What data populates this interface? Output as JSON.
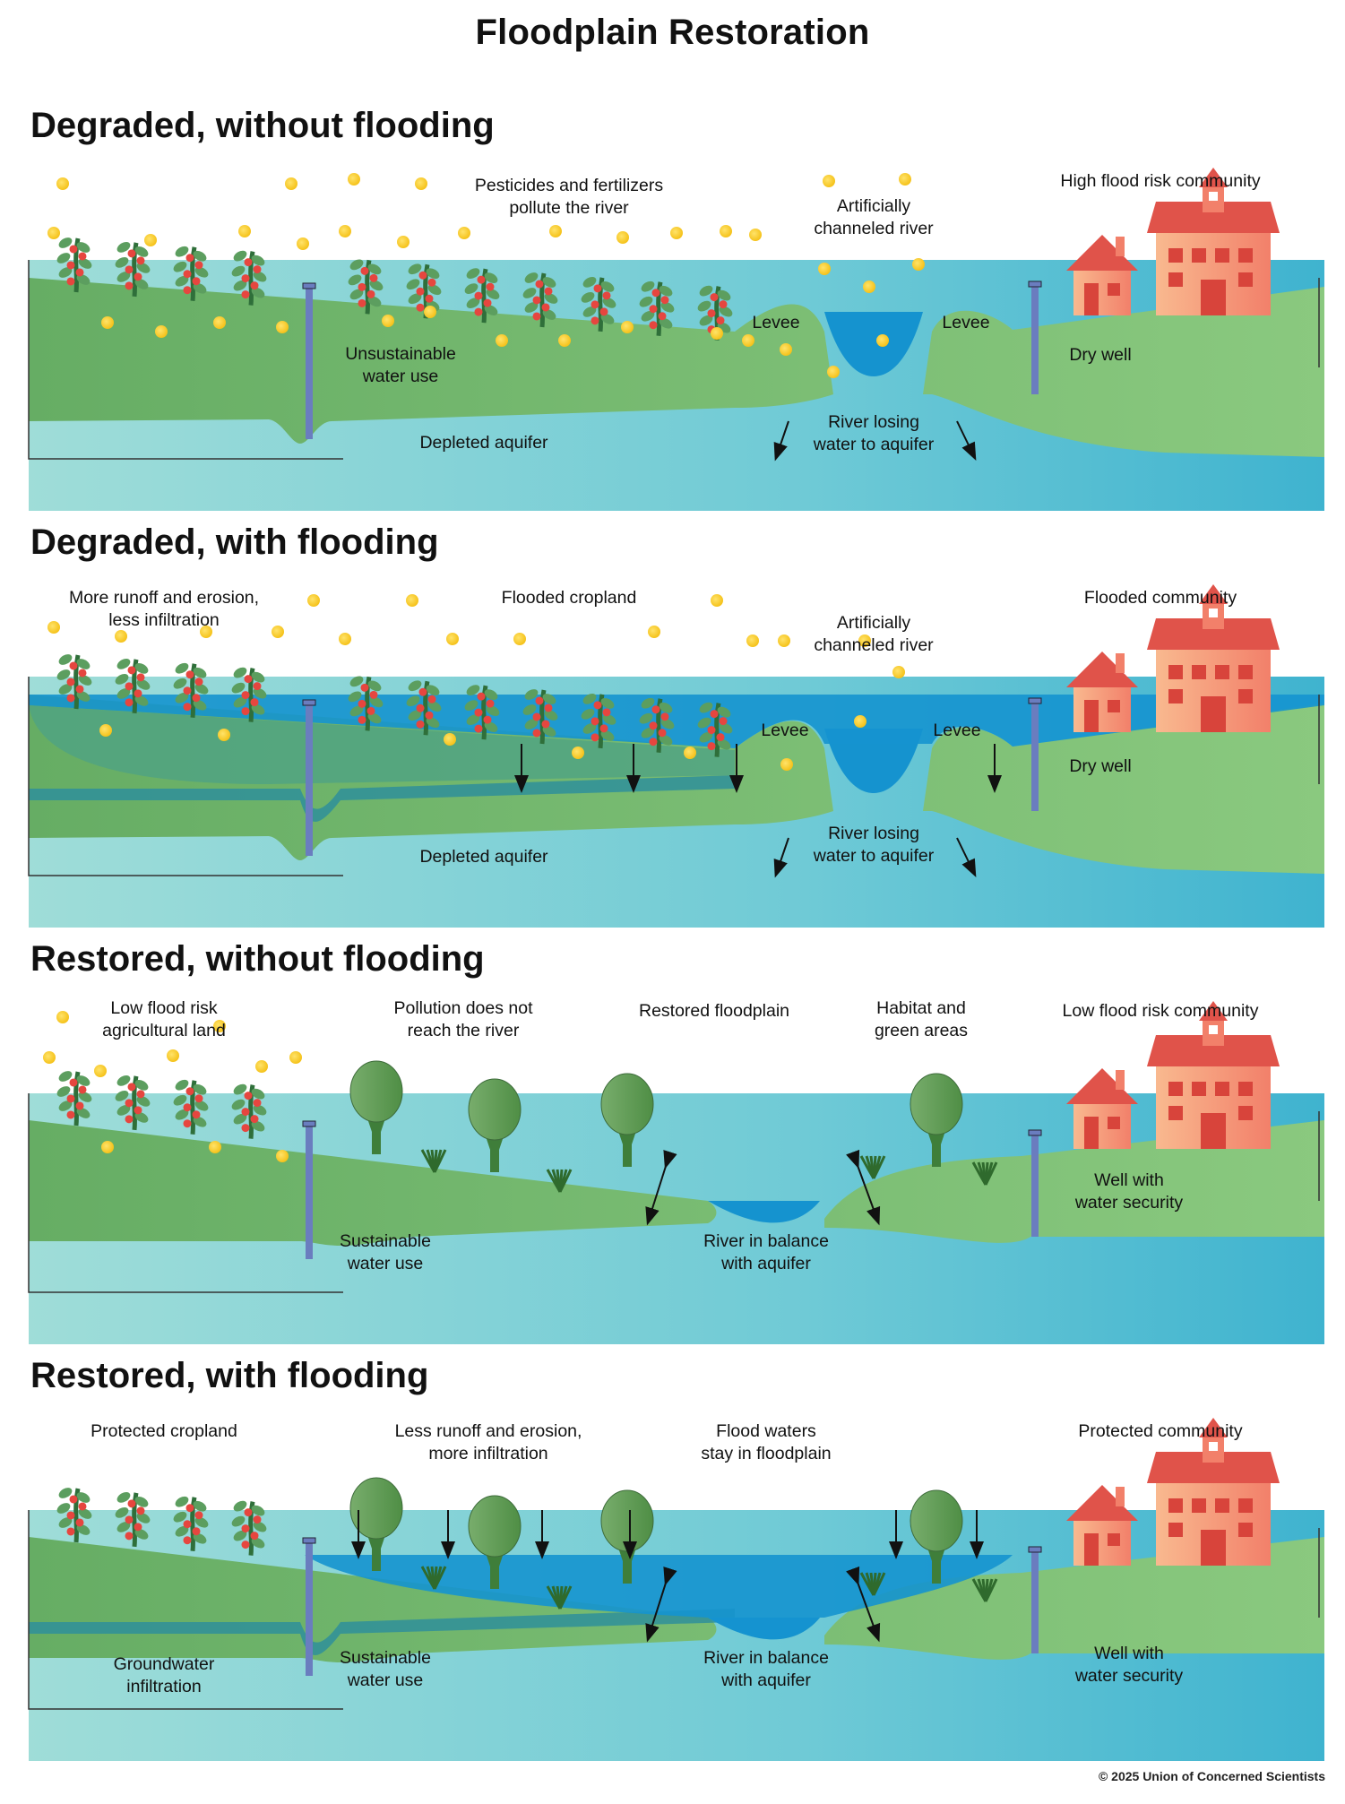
{
  "title": "Floodplain Restoration",
  "copyright": "© 2025 Union of Concerned Scientists",
  "colors": {
    "soil_dark": "#66ad64",
    "soil_light": "#8ac97f",
    "flood_soil": "#4fa383",
    "aquifer_light": "#9fddd8",
    "aquifer_mid": "#6fcad6",
    "aquifer_dark": "#3fb3cf",
    "saturated_band": "#2f8f9a",
    "river": "#1593cf",
    "well": "#6a7dbf",
    "pollutant": "#f5c21a",
    "house": "#f2806a",
    "roof": "#e0534a"
  },
  "icons": [
    "crop-plant-icon",
    "pollutant-dot-icon",
    "well-pipe-icon",
    "house-icon",
    "schoolhouse-icon",
    "tree-icon",
    "grass-icon",
    "arrow-down-icon",
    "arrow-bidirectional-icon"
  ],
  "panels": [
    {
      "id": "degraded-no-flood",
      "title": "Degraded, without flooding",
      "state": {
        "degraded": true,
        "flooding": false
      },
      "labels": [
        {
          "key": "pollution",
          "lines": [
            "Pesticides and fertilizers",
            "pollute the river"
          ]
        },
        {
          "key": "channel",
          "lines": [
            "Artificially",
            "channeled river"
          ]
        },
        {
          "key": "community",
          "lines": [
            "High flood risk community"
          ]
        },
        {
          "key": "well",
          "lines": [
            "Unsustainable",
            "water use"
          ]
        },
        {
          "key": "levee-left",
          "lines": [
            "Levee"
          ]
        },
        {
          "key": "levee-right",
          "lines": [
            "Levee"
          ]
        },
        {
          "key": "drywell",
          "lines": [
            "Dry well"
          ]
        },
        {
          "key": "aquifer",
          "lines": [
            "Depleted aquifer"
          ]
        },
        {
          "key": "river-aquifer",
          "lines": [
            "River losing",
            "water to aquifer"
          ]
        }
      ]
    },
    {
      "id": "degraded-flood",
      "title": "Degraded, with flooding",
      "state": {
        "degraded": true,
        "flooding": true
      },
      "labels": [
        {
          "key": "runoff",
          "lines": [
            "More runoff and erosion,",
            "less infiltration"
          ]
        },
        {
          "key": "cropland",
          "lines": [
            "Flooded cropland"
          ]
        },
        {
          "key": "channel",
          "lines": [
            "Artificially",
            "channeled river"
          ]
        },
        {
          "key": "community",
          "lines": [
            "Flooded community"
          ]
        },
        {
          "key": "levee-left",
          "lines": [
            "Levee"
          ]
        },
        {
          "key": "levee-right",
          "lines": [
            "Levee"
          ]
        },
        {
          "key": "drywell",
          "lines": [
            "Dry well"
          ]
        },
        {
          "key": "aquifer",
          "lines": [
            "Depleted aquifer"
          ]
        },
        {
          "key": "river-aquifer",
          "lines": [
            "River losing",
            "water to aquifer"
          ]
        }
      ]
    },
    {
      "id": "restored-no-flood",
      "title": "Restored, without flooding",
      "state": {
        "degraded": false,
        "flooding": false
      },
      "labels": [
        {
          "key": "farmland",
          "lines": [
            "Low flood risk",
            "agricultural land"
          ]
        },
        {
          "key": "pollution",
          "lines": [
            "Pollution does not",
            "reach the river"
          ]
        },
        {
          "key": "floodplain",
          "lines": [
            "Restored floodplain"
          ]
        },
        {
          "key": "habitat",
          "lines": [
            "Habitat and",
            "green areas"
          ]
        },
        {
          "key": "community",
          "lines": [
            "Low flood risk community"
          ]
        },
        {
          "key": "well",
          "lines": [
            "Sustainable",
            "water use"
          ]
        },
        {
          "key": "river-aquifer",
          "lines": [
            "River in balance",
            "with aquifer"
          ]
        },
        {
          "key": "goodwell",
          "lines": [
            "Well with",
            "water security"
          ]
        }
      ]
    },
    {
      "id": "restored-flood",
      "title": "Restored, with flooding",
      "state": {
        "degraded": false,
        "flooding": true
      },
      "labels": [
        {
          "key": "cropland",
          "lines": [
            "Protected cropland"
          ]
        },
        {
          "key": "runoff",
          "lines": [
            "Less runoff and erosion,",
            "more infiltration"
          ]
        },
        {
          "key": "floodwaters",
          "lines": [
            "Flood waters",
            "stay in floodplain"
          ]
        },
        {
          "key": "community",
          "lines": [
            "Protected community"
          ]
        },
        {
          "key": "groundwater",
          "lines": [
            "Groundwater",
            "infiltration"
          ]
        },
        {
          "key": "well",
          "lines": [
            "Sustainable",
            "water use"
          ]
        },
        {
          "key": "river-aquifer",
          "lines": [
            "River in balance",
            "with aquifer"
          ]
        },
        {
          "key": "goodwell",
          "lines": [
            "Well with",
            "water security"
          ]
        }
      ]
    }
  ]
}
